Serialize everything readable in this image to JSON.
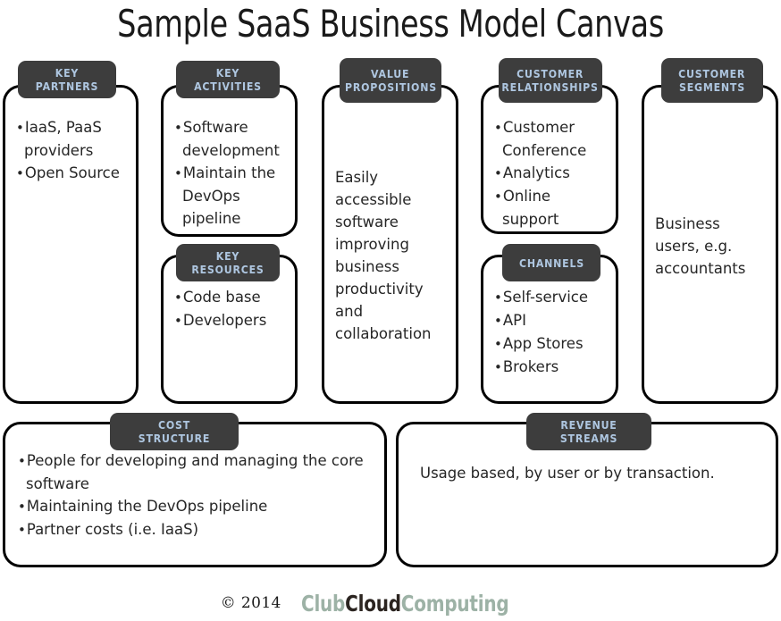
{
  "title": "Sample SaaS Business Model Canvas",
  "colors": {
    "badge_bg": "#3d3d3d",
    "badge_text": "#aec6e0",
    "box_border": "#000000",
    "body_text": "#262626",
    "logo_accent": "#9db2a6",
    "logo_dark": "#2b2420"
  },
  "blocks": {
    "key_partners": {
      "label": "KEY PARTNERS",
      "items": [
        "IaaS, PaaS providers",
        "Open Source"
      ]
    },
    "key_activities": {
      "label": "KEY ACTIVITIES",
      "items": [
        "Software development",
        "Maintain the DevOps pipeline"
      ]
    },
    "key_resources": {
      "label": "KEY RESOURCES",
      "items": [
        "Code base",
        "Developers"
      ]
    },
    "value_propositions": {
      "label_line1": "VALUE",
      "label_line2": "PROPOSITIONS",
      "text": "Easily accessible software improving business productivity and collaboration"
    },
    "customer_relationships": {
      "label_line1": "CUSTOMER",
      "label_line2": "RELATIONSHIPS",
      "items": [
        "Customer Conference",
        "Analytics",
        "Online support"
      ]
    },
    "channels": {
      "label": "CHANNELS",
      "items": [
        "Self-service",
        "API",
        "App Stores",
        "Brokers"
      ]
    },
    "customer_segments": {
      "label_line1": "CUSTOMER",
      "label_line2": "SEGMENTS",
      "text": "Business users, e.g. accountants"
    },
    "cost_structure": {
      "label": "COST STRUCTURE",
      "items": [
        "People for developing and managing the core software",
        "Maintaining the DevOps pipeline",
        "Partner costs (i.e. IaaS)"
      ]
    },
    "revenue_streams": {
      "label": "REVENUE STREAMS",
      "text": "Usage based, by user or by transaction."
    }
  },
  "footer": {
    "copyright": "© 2014",
    "logo_part1": "Club",
    "logo_part2": "Cloud",
    "logo_part3": "Computing"
  }
}
